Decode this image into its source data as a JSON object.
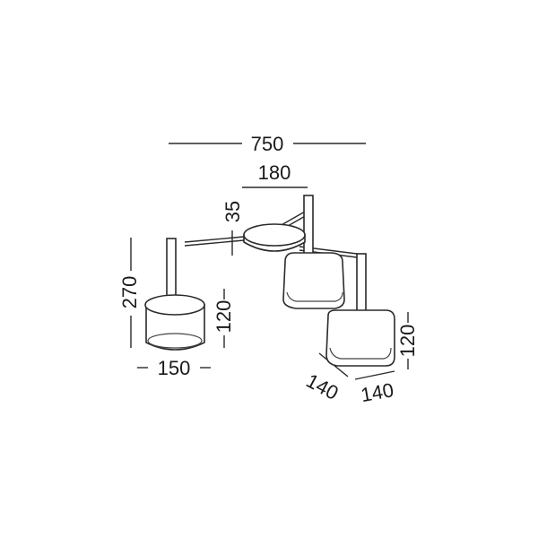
{
  "dimensions": {
    "overall_width": "750",
    "canopy_width": "180",
    "canopy_height": "35",
    "overall_height": "270",
    "shade_height_left": "120",
    "shade_diameter": "150",
    "shade_height_right": "120",
    "shade_depth": "140",
    "shade_width": "140"
  }
}
